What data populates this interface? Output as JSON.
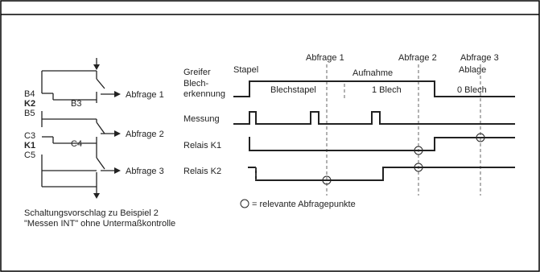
{
  "circuit": {
    "terminals": [
      "B4",
      "K2",
      "B5",
      "C3",
      "K1",
      "C5"
    ],
    "contacts": [
      "B3",
      "C4"
    ],
    "outputs": [
      "Abfrage 1",
      "Abfrage 2",
      "Abfrage 3"
    ],
    "caption_line1": "Schaltungsvorschlag zu Beispiel 2",
    "caption_line2": "\"Messen INT\" ohne Untermaßkontrolle"
  },
  "timing": {
    "phase_labels": {
      "greifer": "Greifer",
      "stapel": "Stapel",
      "aufnahme": "Aufnahme",
      "ablage": "Ablage"
    },
    "query_labels": [
      "Abfrage 1",
      "Abfrage 2",
      "Abfrage 3"
    ],
    "row_labels": {
      "blech_line1": "Blech-",
      "blech_line2": "erkennung",
      "messung": "Messung",
      "relais_k1": "Relais K1",
      "relais_k2": "Relais K2"
    },
    "states": {
      "blechstapel": "Blechstapel",
      "one_blech": "1 Blech",
      "zero_blech": "0 Blech"
    },
    "legend": "= relevante Abfragepunkte"
  }
}
